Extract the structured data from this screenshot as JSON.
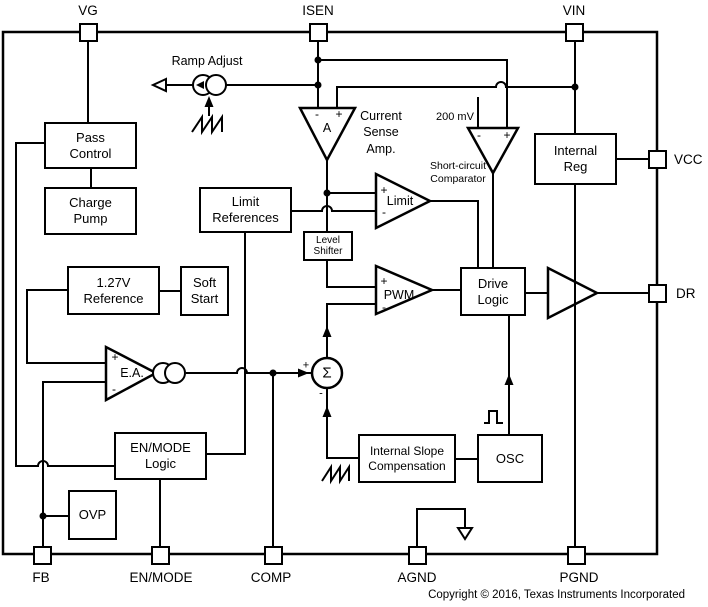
{
  "colors": {
    "background": "#ffffff",
    "ink": "#000000"
  },
  "pins": {
    "vg": "VG",
    "isen": "ISEN",
    "vin": "VIN",
    "vcc": "VCC",
    "dr": "DR",
    "fb": "FB",
    "en_mode": "EN/MODE",
    "comp": "COMP",
    "agnd": "AGND",
    "pgnd": "PGND"
  },
  "blocks": {
    "pass_control": "Pass\nControl",
    "charge_pump": "Charge\nPump",
    "limit_references": "Limit\nReferences",
    "level_shifter": "Level\nShifter",
    "reference": "1.27V\nReference",
    "soft_start": "Soft\nStart",
    "en_mode_logic": "EN/MODE\nLogic",
    "ovp": "OVP",
    "internal_reg": "Internal\nReg",
    "drive_logic": "Drive\nLogic",
    "slope_comp": "Internal Slope\nCompensation",
    "osc": "OSC"
  },
  "amplifiers": {
    "current_sense": {
      "label": "A",
      "caption": "Current\nSense\nAmp.",
      "plus": "+",
      "minus": "-"
    },
    "short_circuit": {
      "caption": "Short-circuit\nComparator",
      "reference": "200 mV",
      "plus": "+",
      "minus": "-"
    },
    "limit": {
      "label": "Limit",
      "plus": "+",
      "minus": "-"
    },
    "pwm": {
      "label": "PWM",
      "plus": "+",
      "minus": "-"
    },
    "error_amp": {
      "label": "E.A.",
      "plus": "+",
      "minus": "-"
    }
  },
  "summing_node": {
    "symbol": "Σ",
    "plus": "+",
    "minus": "-"
  },
  "ramp_adjust": {
    "label": "Ramp Adjust"
  },
  "footer": {
    "copyright": "Copyright © 2016, Texas Instruments Incorporated"
  }
}
